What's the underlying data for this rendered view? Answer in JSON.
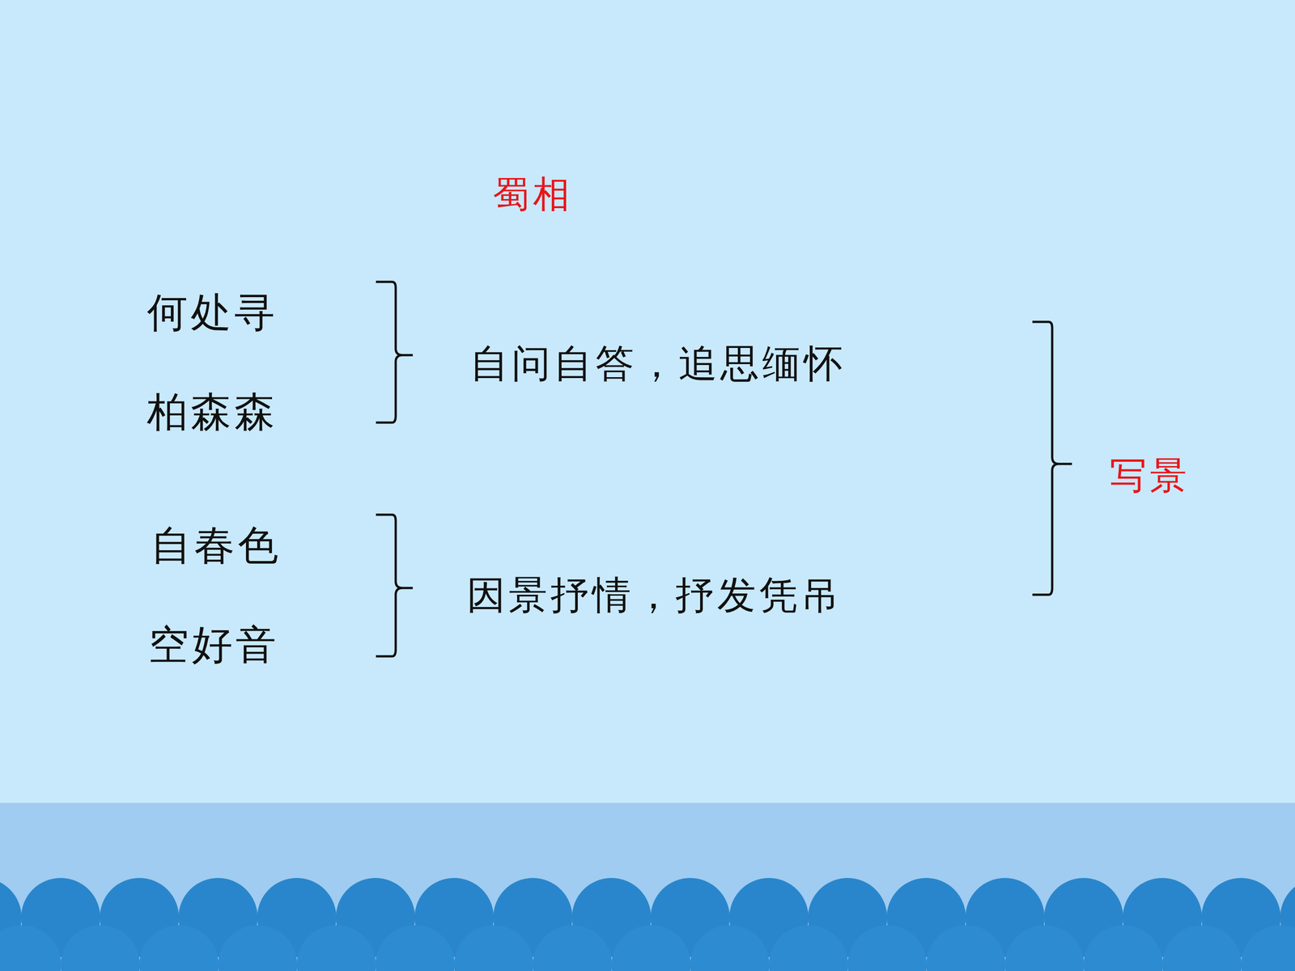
{
  "diagram": {
    "title": "蜀相",
    "labels": [
      "何处寻",
      "柏森森",
      "自春色",
      "空好音",
      "自问自答，追思缅怀",
      "因景抒情，抒发凭吊",
      "写景"
    ]
  }
}
